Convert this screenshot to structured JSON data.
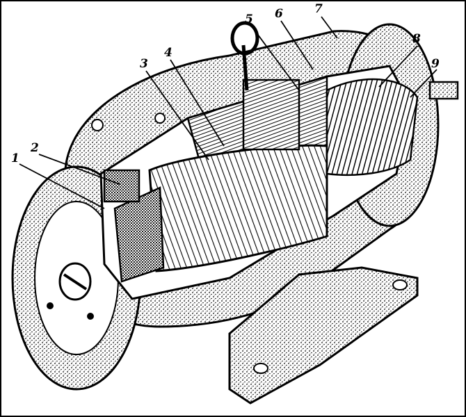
{
  "figure": {
    "subject": "cutaway motor illustration",
    "ink_color": "#000000",
    "paper_color": "#ffffff"
  },
  "callouts": [
    {
      "number": "1"
    },
    {
      "number": "2"
    },
    {
      "number": "3"
    },
    {
      "number": "4"
    },
    {
      "number": "5"
    },
    {
      "number": "6"
    },
    {
      "number": "7"
    },
    {
      "number": "8"
    },
    {
      "number": "9"
    }
  ]
}
